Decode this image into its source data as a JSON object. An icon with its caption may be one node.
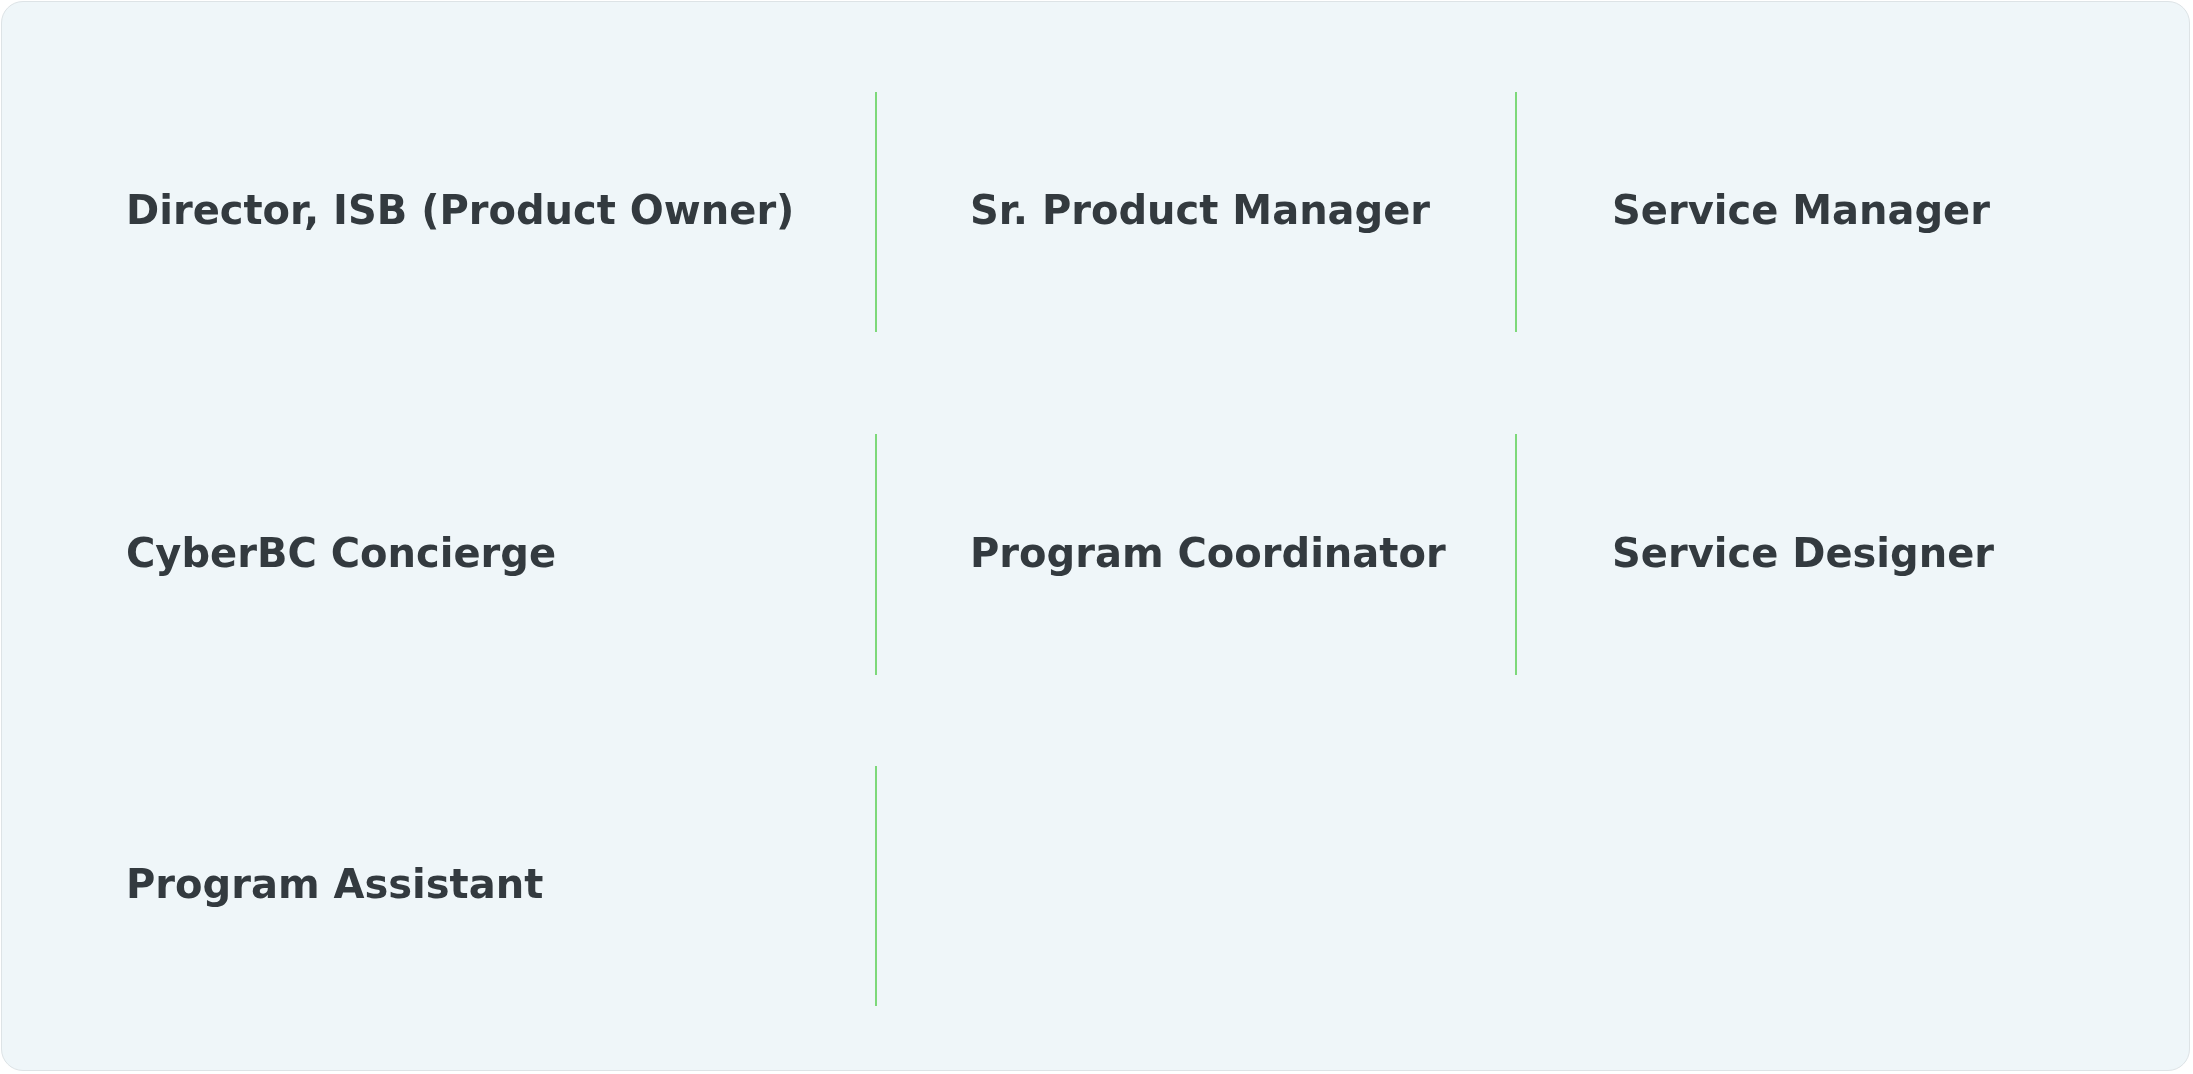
{
  "diagram": {
    "labels": [
      "Director, ISB (Product Owner)",
      "Sr. Product Manager",
      "Service Manager",
      "CyberBC Concierge",
      "Program Coordinator",
      "Service Designer",
      "Program Assistant"
    ]
  }
}
